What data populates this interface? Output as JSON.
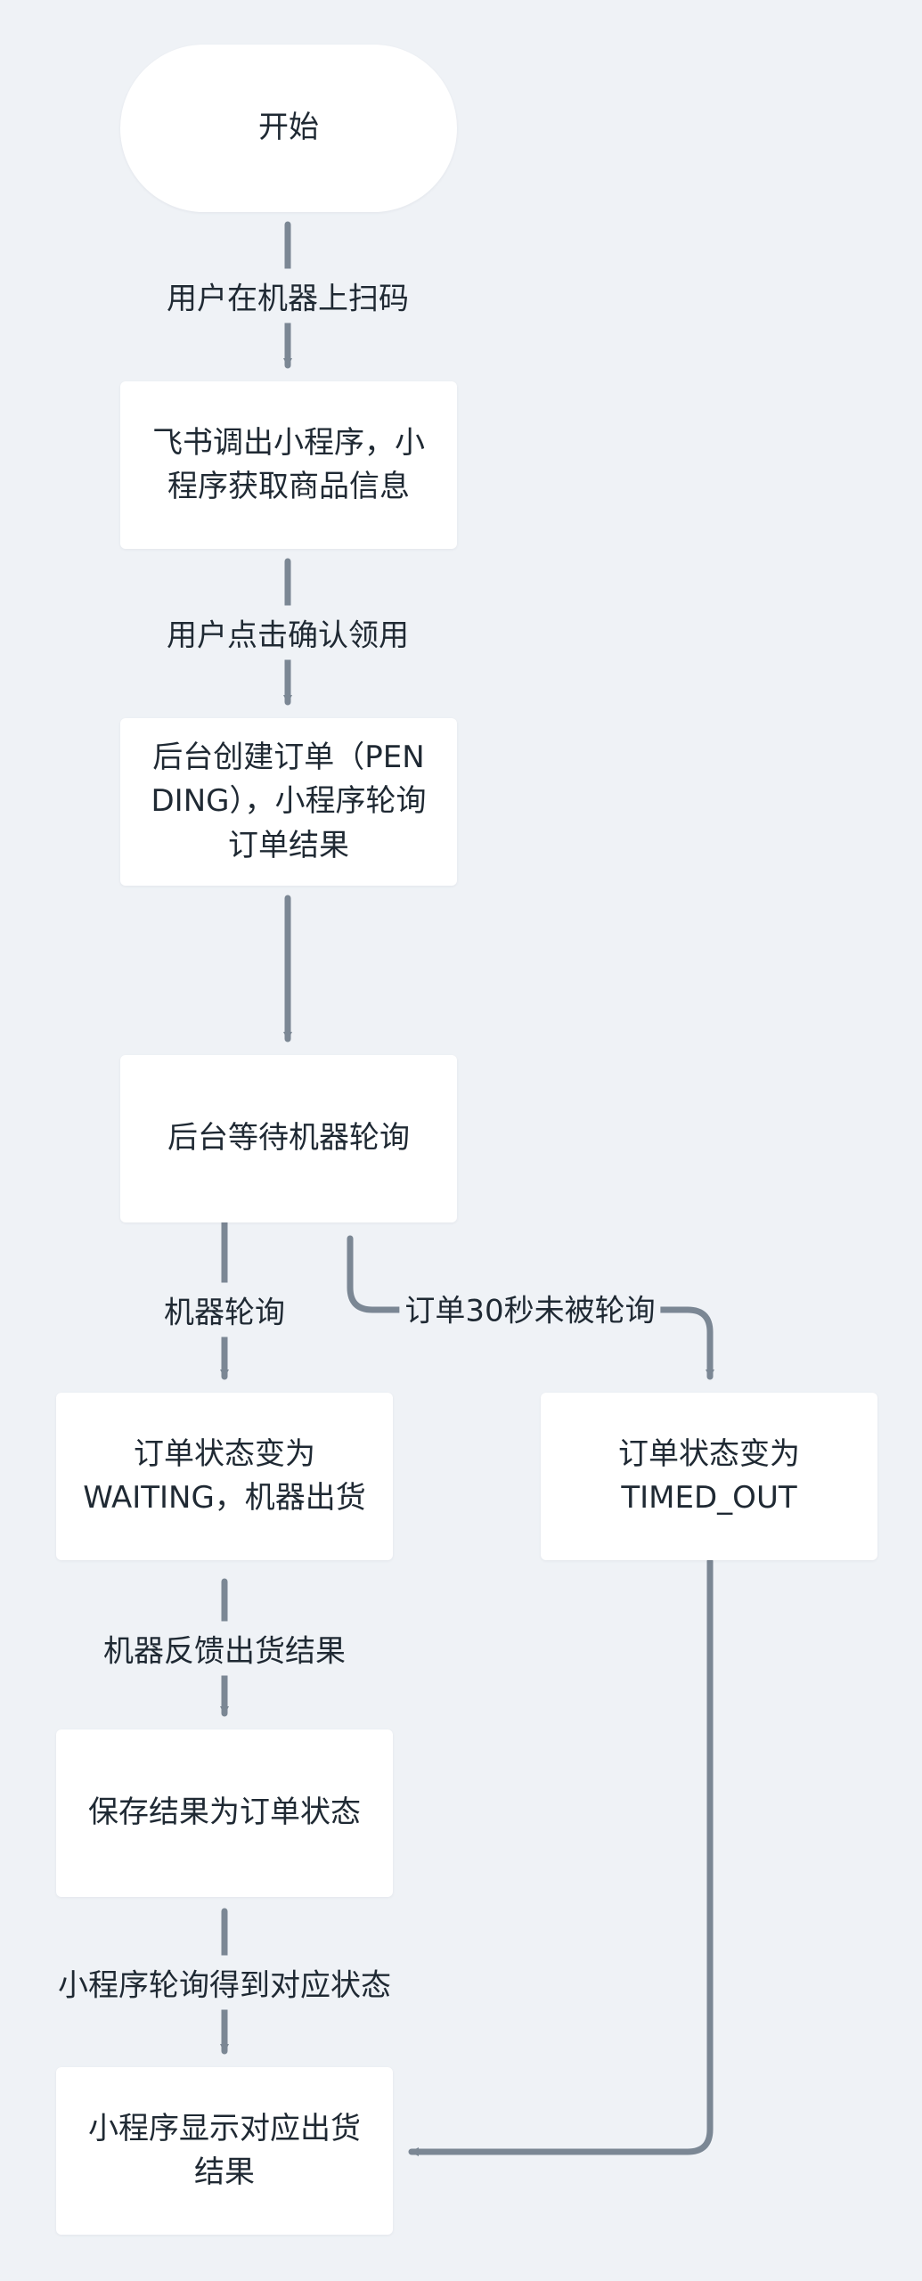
{
  "nodes": {
    "start": "开始",
    "feishu": "飞书调出小程序，小\n程序获取商品信息",
    "create_order": "后台创建订单（PEN\nDING），小程序轮询\n订单结果",
    "wait_poll": "后台等待机器轮询",
    "waiting": "订单状态变为\nWAITING，机器出货",
    "timed_out": "订单状态变为\nTIMED_OUT",
    "save_result": "保存结果为订单状态",
    "show_result": "小程序显示对应出货\n结果"
  },
  "edges": {
    "scan": "用户在机器上扫码",
    "confirm": "用户点击确认领用",
    "machine_poll": "机器轮询",
    "timeout": "订单30秒未被轮询",
    "feedback": "机器反馈出货结果",
    "mini_poll": "小程序轮询得到对应状态"
  },
  "colors": {
    "background": "#eff2f6",
    "node_fill": "#ffffff",
    "edge": "#7b8794",
    "text": "#1f2933"
  }
}
